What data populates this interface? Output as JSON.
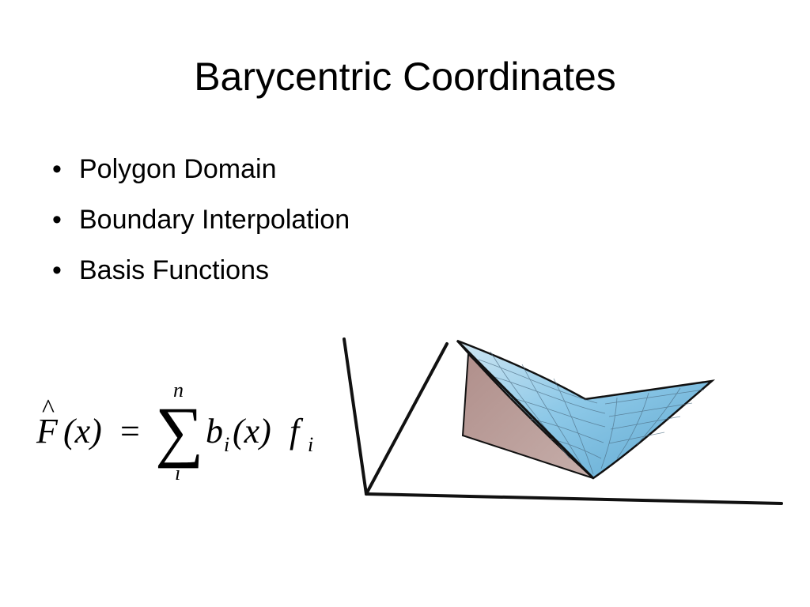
{
  "slide": {
    "title": "Barycentric Coordinates",
    "bullet_glyph": "•",
    "bullets": [
      "Polygon Domain",
      "Boundary Interpolation",
      "Basis Functions"
    ]
  },
  "formula": {
    "lhs_symbol": "F",
    "hat_glyph": "^",
    "lhs_args": "(x)",
    "equals": "=",
    "sum_glyph": "∑",
    "sum_upper": "n",
    "sum_lower": "i",
    "term_b": "b",
    "term_b_sub": "i",
    "term_args": "(x)",
    "term_f": "f",
    "term_f_sub": "i"
  },
  "figure": {
    "colors": {
      "axis": "#111111",
      "back_face": "#b89d99",
      "surface": "#8ec9e8",
      "surface_dark": "#5fa8d0",
      "grid": "#4a6a80"
    }
  }
}
